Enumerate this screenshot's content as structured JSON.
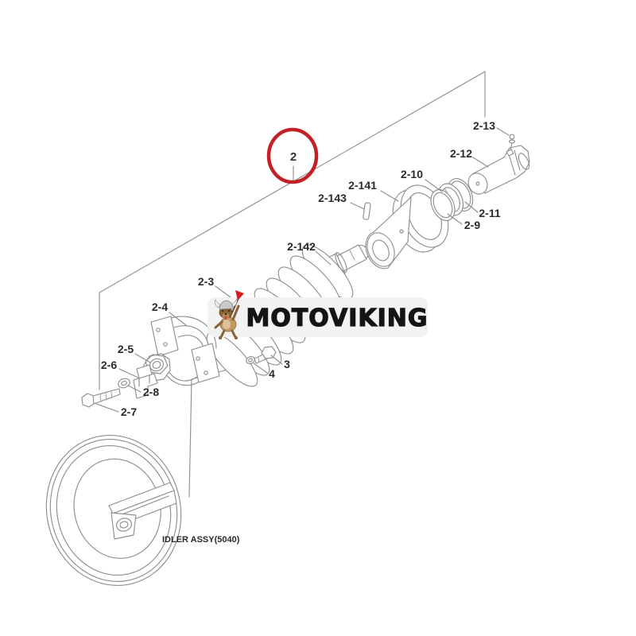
{
  "diagram": {
    "type": "exploded-parts-diagram",
    "assembly_caption": "IDLER ASSY(5040)",
    "highlight": {
      "label": "2",
      "color": "#c42127"
    },
    "line_color": "#8f8f8f",
    "label_color": "#2b2b2b",
    "part_labels": [
      {
        "text": "2-13"
      },
      {
        "text": "2-12"
      },
      {
        "text": "2-10"
      },
      {
        "text": "2-11"
      },
      {
        "text": "2-9"
      },
      {
        "text": "2-141"
      },
      {
        "text": "2-143"
      },
      {
        "text": "2-142"
      },
      {
        "text": "2-3"
      },
      {
        "text": "2-4"
      },
      {
        "text": "2-5"
      },
      {
        "text": "2-6"
      },
      {
        "text": "2-8"
      },
      {
        "text": "2-7"
      },
      {
        "text": "3"
      },
      {
        "text": "4"
      }
    ]
  },
  "watermark": {
    "brand": "MOTOVIKING",
    "bg": "#f2f2f2",
    "text_color": "#141414",
    "mascot": "viking-dog-mascot",
    "flag_color": "#d42027"
  }
}
